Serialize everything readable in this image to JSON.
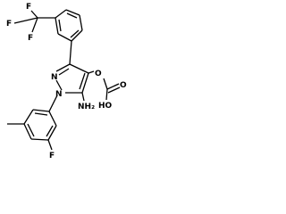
{
  "atoms": {
    "f1": "F",
    "f2": "F",
    "f3": "F",
    "o_ether": "O",
    "o_carbonyl": "O",
    "oh": "HO",
    "n1": "N",
    "n2": "N",
    "nh2": "NH₂",
    "f_ring": "F"
  }
}
